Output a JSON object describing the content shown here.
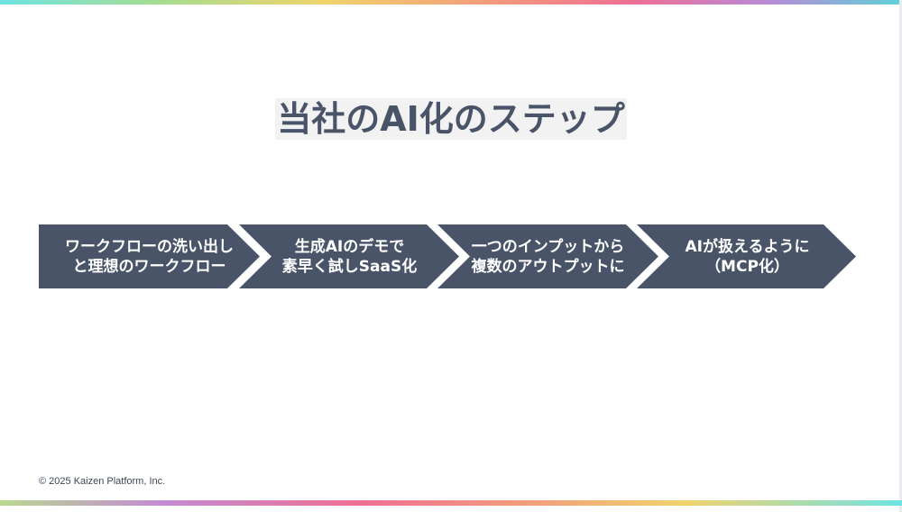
{
  "slide": {
    "title": "当社のAI化のステップ",
    "steps": [
      {
        "text": "ワークフローの洗い出し\nと理想のワークフロー"
      },
      {
        "text": "生成AIのデモで\n素早く試しSaaS化"
      },
      {
        "text": "一つのインプットから\n複数のアウトプットに"
      },
      {
        "text": "AIが扱えるように\n（MCP化）"
      }
    ],
    "footer": "© 2025 Kaizen Platform, Inc."
  },
  "colors": {
    "arrow_fill": "#4a5468",
    "title_text": "#495469",
    "title_bg": "#f2f2f2",
    "step_text": "#ffffff"
  }
}
